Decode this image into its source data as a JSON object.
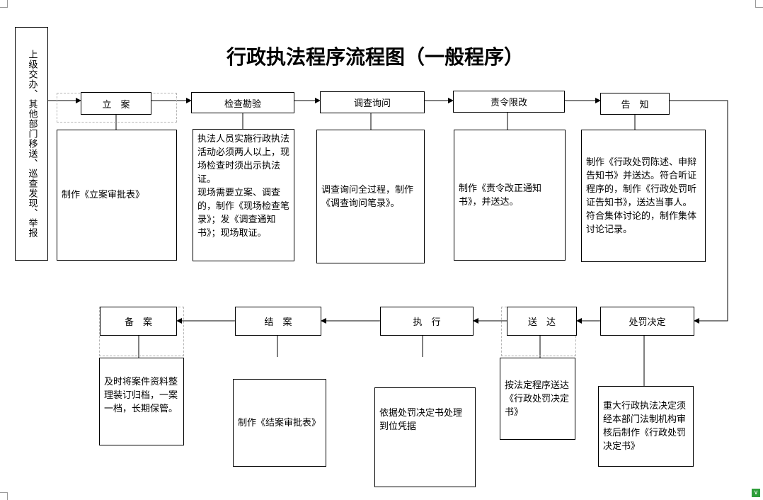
{
  "title": "行政执法程序流程图（一般程序）",
  "source": "上级交办、其他部门移送、巡查发现、举报",
  "steps": [
    {
      "label": "立　案",
      "desc": "制作《立案审批表》"
    },
    {
      "label": "检查勘验",
      "desc": "执法人员实施行政执法活动必须两人以上，现场检查时须出示执法证。\n现场需要立案、调查的，制作《现场检查笔录》；发《调查通知书》；现场取证。"
    },
    {
      "label": "调查询问",
      "desc": "调查询问全过程，制作《调查询问笔录》。"
    },
    {
      "label": "责令限改",
      "desc": "制作《责令改正通知书》，并送达。"
    },
    {
      "label": "告　知",
      "desc": "制作《行政处罚陈述、申辩告知书》并送达。符合听证程序的，制作《行政处罚听证告知书》，送达当事人。符合集体讨论的，制作集体讨论记录。"
    },
    {
      "label": "处罚决定",
      "desc": "重大行政执法决定须经本部门法制机构审核后制作《行政处罚决定书》"
    },
    {
      "label": "送　达",
      "desc": "按法定程序送达《行政处罚决定书》"
    },
    {
      "label": "执　行",
      "desc": "依据处罚决定书处理到位凭据"
    },
    {
      "label": "结　案",
      "desc": "制作《结案审批表》"
    },
    {
      "label": "备　案",
      "desc": "及时将案件资料整理装订归档，一案一档，长期保管。"
    }
  ],
  "colors": {
    "line": "#000000",
    "dash": "#b5b5b5",
    "scroll_icon": "#2e9e3a"
  },
  "icons": {
    "scroll": "chevron-down-icon"
  }
}
